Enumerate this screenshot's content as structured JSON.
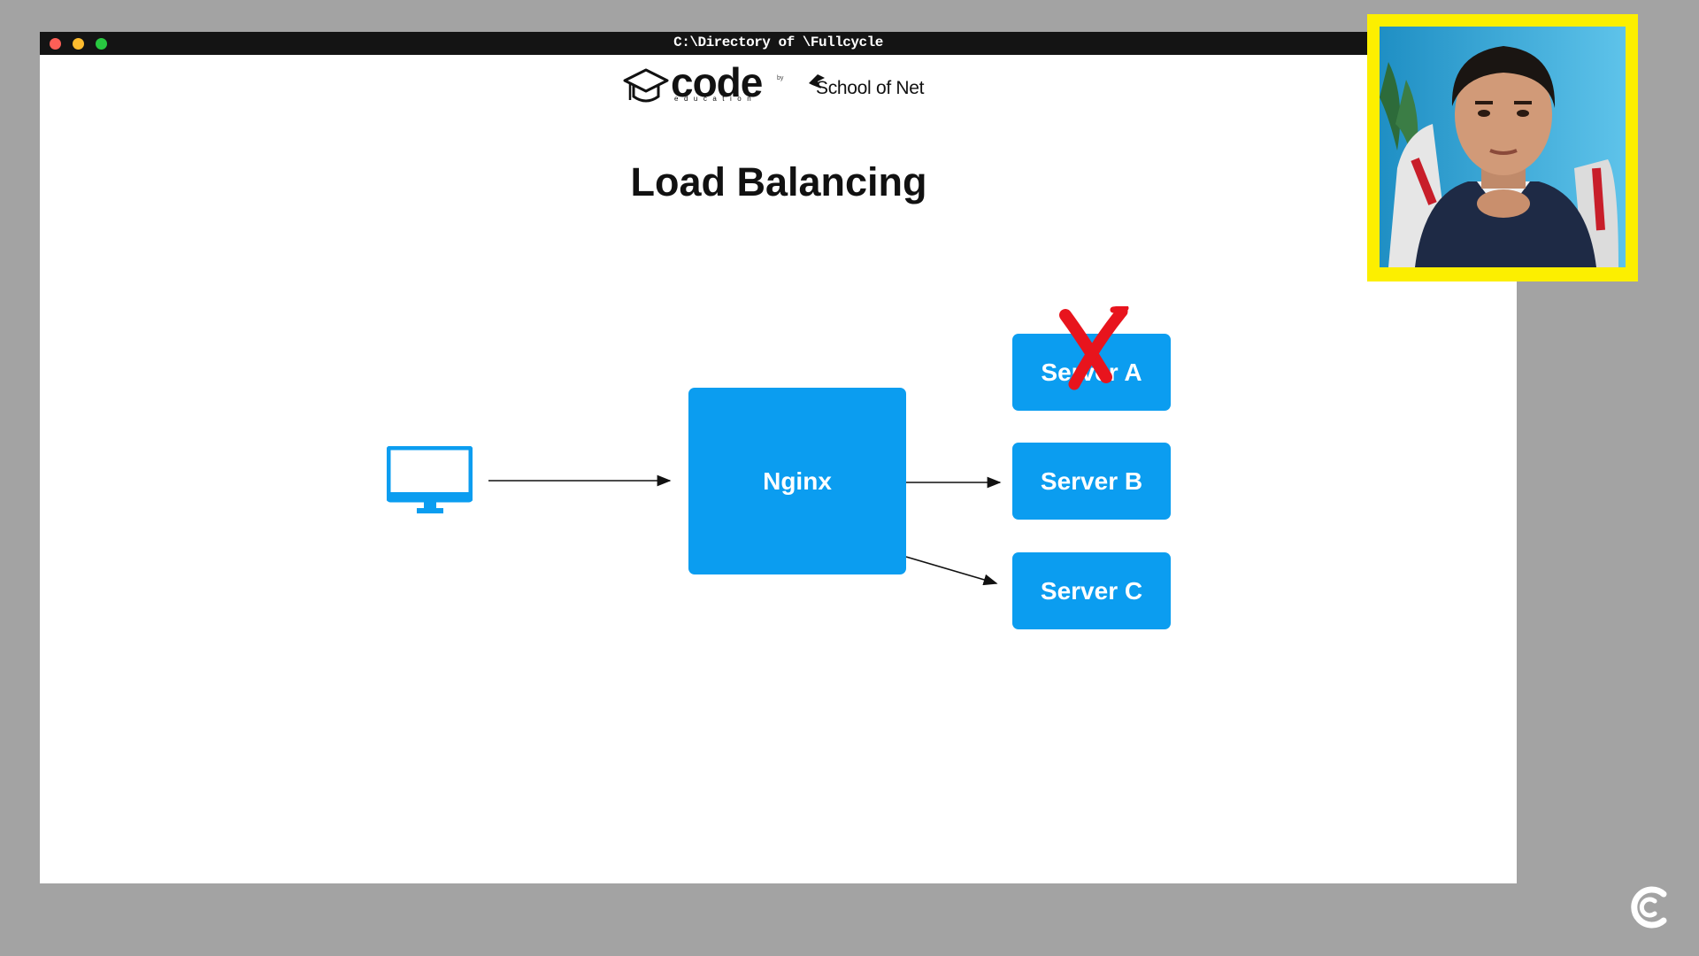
{
  "window": {
    "title": "C:\\Directory of \\Fullcycle"
  },
  "logos": {
    "code_word": "code",
    "code_sub": "education",
    "by": "by",
    "school_of_net": "School of Net"
  },
  "slide": {
    "title": "Load Balancing"
  },
  "diagram": {
    "client_icon": "monitor-icon",
    "balancer_label": "Nginx",
    "servers": [
      {
        "label": "Server A",
        "status": "down"
      },
      {
        "label": "Server B",
        "status": "up"
      },
      {
        "label": "Server C",
        "status": "up"
      }
    ],
    "box_color": "#0b9df0",
    "failure_mark_color": "#e8141d"
  },
  "colors": {
    "webcam_frame": "#fcef00",
    "background": "#a3a3a3"
  }
}
